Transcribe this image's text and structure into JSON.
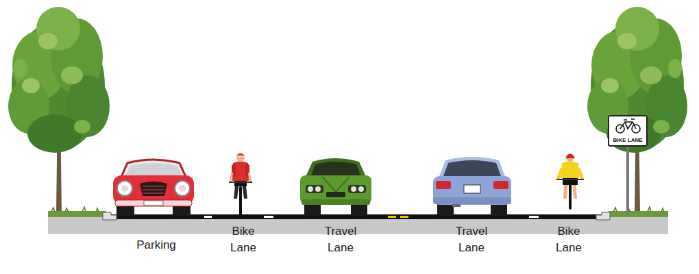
{
  "diagram": {
    "nodes": [
      {
        "text": [
          "BIKE LANE"
        ]
      }
    ],
    "labels": [
      "Parking",
      "Bike Lane",
      "Travel Lane",
      "Travel Lane",
      "Bike Lane"
    ]
  }
}
